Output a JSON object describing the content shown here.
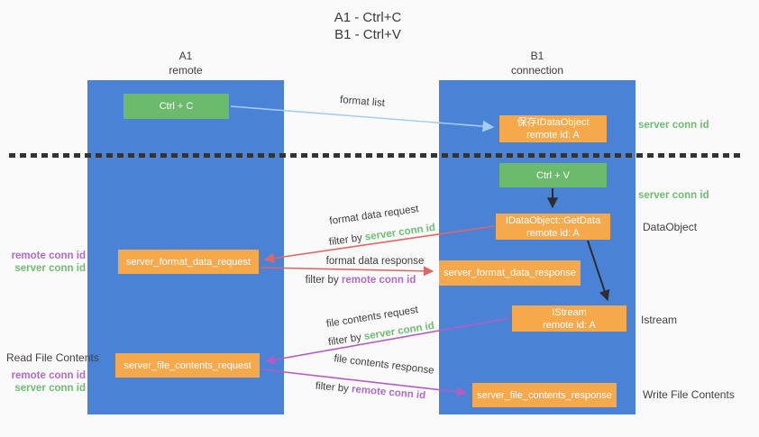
{
  "title": {
    "line1": "A1 - Ctrl+C",
    "line2": "B1 - Ctrl+V"
  },
  "lanes": {
    "a1": {
      "name": "A1",
      "role": "remote"
    },
    "b1": {
      "name": "B1",
      "role": "connection"
    }
  },
  "nodes": {
    "ctrl_c": {
      "label": "Ctrl + C"
    },
    "ctrl_v": {
      "label": "Ctrl + V"
    },
    "save_dataobject": {
      "line1": "保存IDataObject",
      "line2": "remote id: A"
    },
    "getdata": {
      "line1": "IDataObject::GetData",
      "line2": "remote id: A"
    },
    "istream": {
      "line1": "IStream",
      "line2": "remote id: A"
    },
    "format_request": {
      "label": "server_format_data_request"
    },
    "format_response": {
      "label": "server_format_data_response"
    },
    "file_request": {
      "label": "server_file_contents_request"
    },
    "file_response": {
      "label": "server_file_contents_response"
    }
  },
  "arrows": {
    "format_list": {
      "label": "format list"
    },
    "format_data_request": {
      "label": "format data request",
      "filter_prefix": "filter by",
      "filter_key": "server conn id"
    },
    "format_data_response": {
      "label": "format data response",
      "filter_prefix": "filter by",
      "filter_key": "remote conn id"
    },
    "file_contents_request": {
      "label": "file contents request",
      "filter_prefix": "filter by",
      "filter_key": "server conn id"
    },
    "file_contents_response": {
      "label": "file contents response",
      "filter_prefix": "filter by",
      "filter_key": "remote conn id"
    }
  },
  "side_labels": {
    "right_server_conn_id_top": "server conn id",
    "right_server_conn_id_mid": "server conn id",
    "right_dataobject": "DataObject",
    "right_istream": "Istream",
    "right_write_file_contents": "Write File Contents",
    "left_remote_conn_id_top": "remote conn id",
    "left_server_conn_id_top": "server conn id",
    "left_read_file_contents": "Read File Contents",
    "left_remote_conn_id_bottom": "remote conn id",
    "left_server_conn_id_bottom": "server conn id"
  },
  "colors": {
    "lane_blue": "#4a82d6",
    "box_green": "#6cba6c",
    "box_orange": "#f6a94b",
    "arrow_light_blue": "#a5cdee",
    "arrow_red": "#e06666",
    "arrow_purple": "#b55cc2",
    "arrow_black": "#2d2d2d",
    "text_green": "#6ebd72",
    "text_purple": "#b06cc8",
    "text_gray": "#404040",
    "background": "#fafafa"
  }
}
